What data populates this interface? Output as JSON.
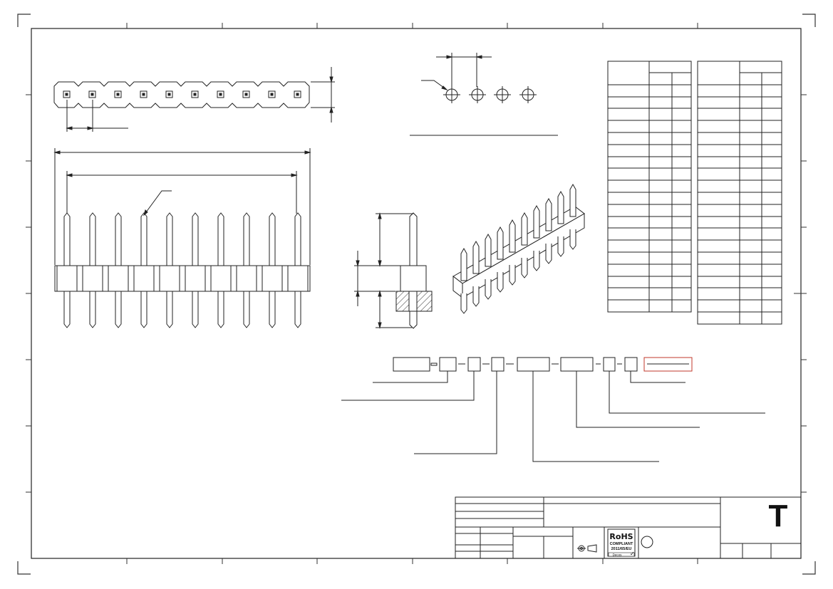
{
  "drawing": {
    "title_block": {
      "logo_letter": "T",
      "rohs_badge": {
        "title": "RoHS",
        "line1": "COMPLIANT",
        "line2": "2011/65/EU",
        "footer": "Decos"
      }
    },
    "pin_header": {
      "pin_count": 10
    },
    "pcb_layout": {
      "hole_count": 4
    },
    "table_left": {
      "rows": 19
    },
    "table_right": {
      "rows": 20
    },
    "part_number_boxes": 8,
    "colors": {
      "line": "#1a1a1a",
      "highlight_box": "#c0392b",
      "background": "#ffffff"
    }
  }
}
